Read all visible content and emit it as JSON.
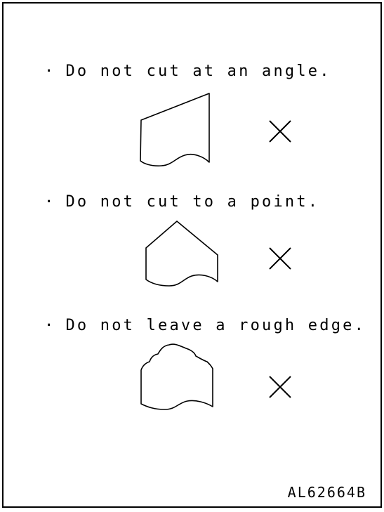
{
  "rules": [
    {
      "bullet": "·",
      "text": "Do not cut at an angle.",
      "mark": "×"
    },
    {
      "bullet": "·",
      "text": "Do not cut to a point.",
      "mark": "×"
    },
    {
      "bullet": "·",
      "text": "Do not leave a rough edge.",
      "mark": "×"
    }
  ],
  "figure_code": "AL62664B"
}
